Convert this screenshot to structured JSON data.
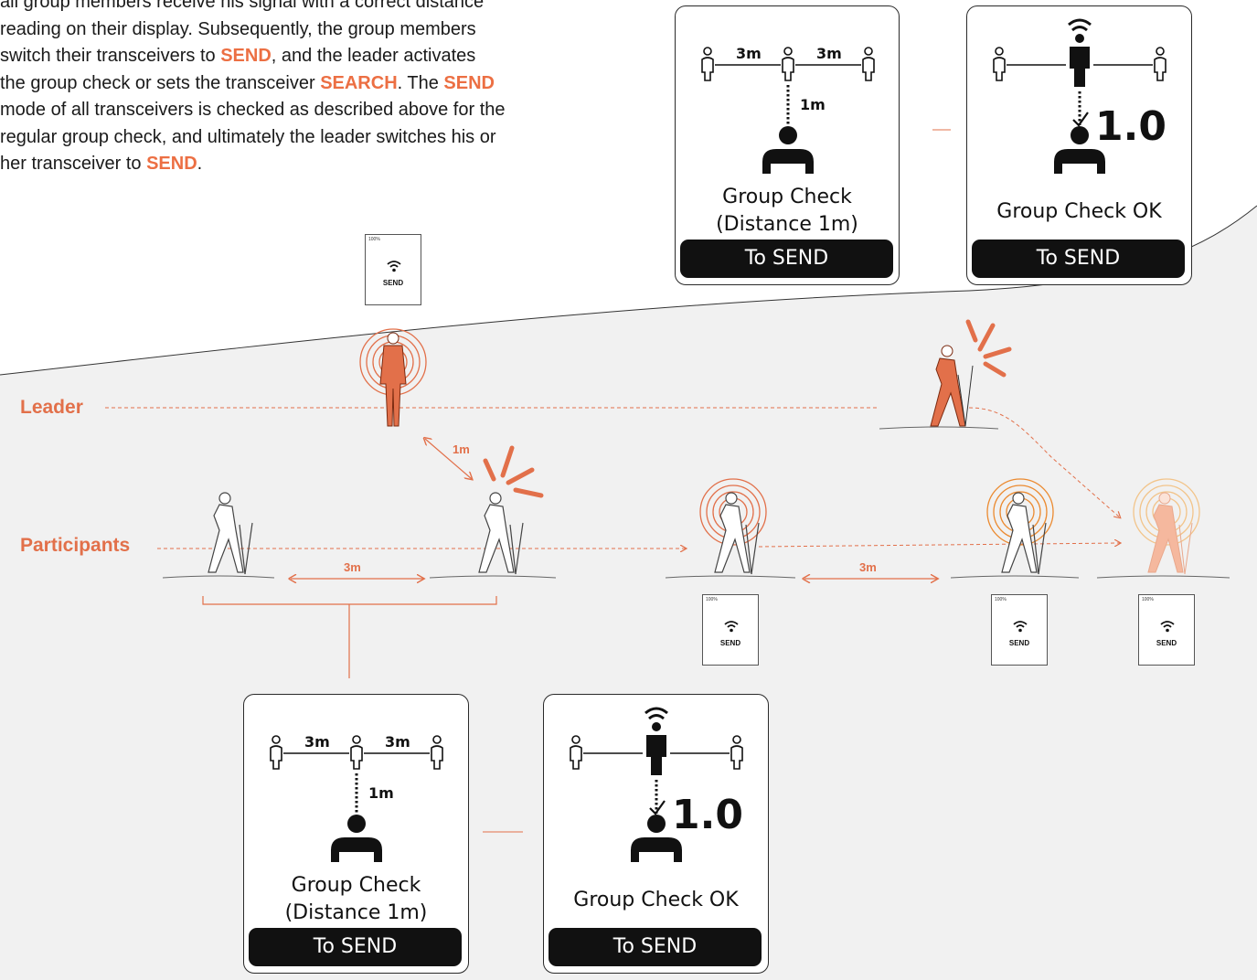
{
  "intro": {
    "line1": "all group members receive his signal with a correct distance",
    "line2": "reading on their display. Subsequently, the group members",
    "line3_a": "switch their transceivers to ",
    "send": "SEND",
    "line3_b": ", and the leader activates",
    "line4_a": "the group check or sets the transceiver ",
    "search": "SEARCH",
    "line4_b": ". The ",
    "line5": "mode of all transceivers is checked as described above for the",
    "line6": "regular group check, and ultimately the leader switches his or",
    "line7_a": "her transceiver to ",
    "line7_b": "."
  },
  "rows": {
    "leader": "Leader",
    "participants": "Participants"
  },
  "distances": {
    "leader_participant": "1m",
    "participant_gap": "3m"
  },
  "device": {
    "battery": "100%",
    "mode": "SEND",
    "wifi_icon": "wifi-icon"
  },
  "screens": {
    "check": {
      "spacing": "3m",
      "distance": "1m",
      "title_line1": "Group Check",
      "title_line2": "(Distance 1m)",
      "button": "To SEND"
    },
    "ok": {
      "value": "1.0",
      "title": "Group Check OK",
      "button": "To SEND"
    }
  },
  "colors": {
    "accent": "#ec6f43",
    "signal": "#e2704a",
    "background_area": "#f1f1f1",
    "screen_fg": "#111111"
  }
}
